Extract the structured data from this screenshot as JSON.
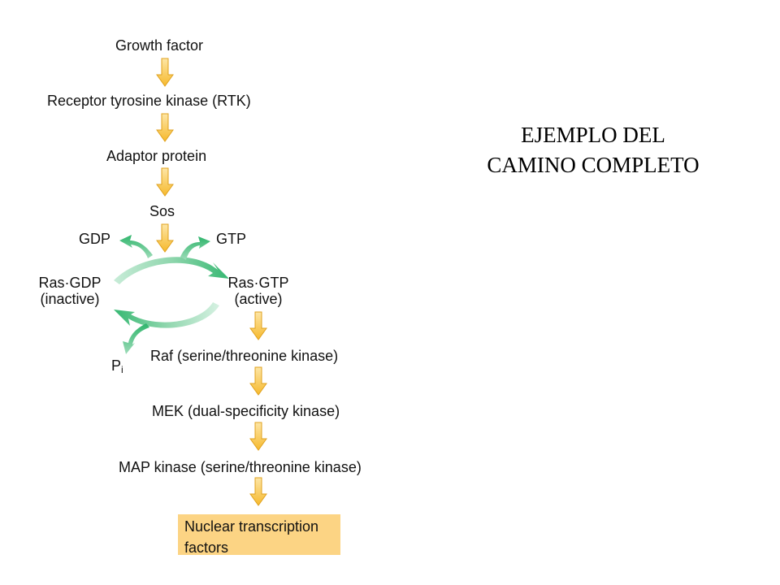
{
  "diagram": {
    "steps": {
      "growth_factor": "Growth factor",
      "rtk": "Receptor tyrosine kinase (RTK)",
      "adaptor": "Adaptor protein",
      "sos": "Sos",
      "gdp": "GDP",
      "gtp": "GTP",
      "ras_gdp": "Ras·GDP",
      "ras_gdp_state": "(inactive)",
      "ras_gtp": "Ras·GTP",
      "ras_gtp_state": "(active)",
      "pi_main": "P",
      "pi_sub": "i",
      "raf": "Raf (serine/threonine kinase)",
      "mek": "MEK (dual-specificity kinase)",
      "map": "MAP kinase (serine/threonine kinase)",
      "nuclear_line1": "Nuclear transcription",
      "nuclear_line2": "factors"
    },
    "colors": {
      "arrow_yellow": "#f9c23c",
      "cycle_green": "#3fbf7a",
      "highlight_box": "#fcd484"
    }
  },
  "side_title": {
    "line1": "EJEMPLO DEL",
    "line2": "CAMINO COMPLETO"
  }
}
